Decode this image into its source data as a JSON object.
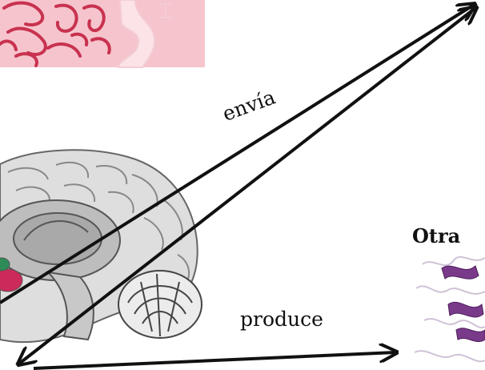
{
  "labels": {
    "arrow_upper": "envía",
    "arrow_bottom": "produce",
    "right_heading": "Otra"
  },
  "colors": {
    "pink_panel": "#f6c4cc",
    "pink_brain_line": "#cc3355",
    "arrow": "#111111",
    "brain_fill": "#d9d9d9",
    "brain_line": "#555555",
    "protein": "#7a3a8a"
  },
  "images": [
    {
      "name": "pink-brain-illustration",
      "description_icon": "brain-outline-icon"
    },
    {
      "name": "brain-sagittal-illustration",
      "description_icon": "brain-section-icon"
    },
    {
      "name": "protein-structure-illustration",
      "description_icon": "protein-ribbon-icon"
    }
  ]
}
